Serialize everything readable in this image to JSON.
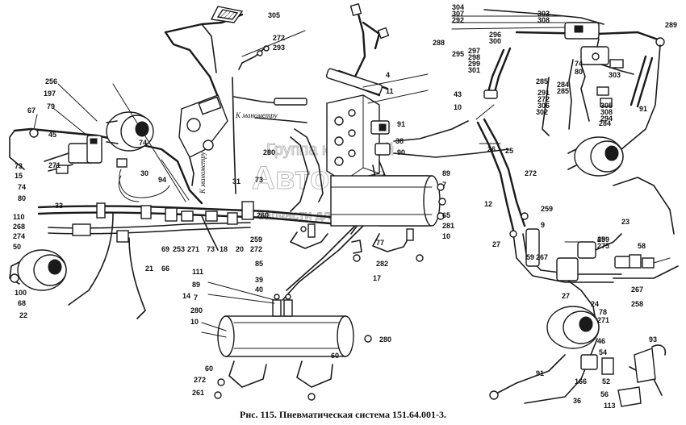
{
  "caption": "Рис. 115. Пневматическая система 151.64.001-3.",
  "notes": {
    "to_manometer_upper": "К манометру",
    "to_manometer_lower": "К манометру"
  },
  "watermark": {
    "line1": "Группа компаний",
    "line2": "Автомаг",
    "line3": "запчасти для спецтехники"
  },
  "labels": [
    "256",
    "197",
    "79",
    "45",
    "67",
    "73",
    "15",
    "74",
    "80",
    "271",
    "33",
    "74",
    "30",
    "110",
    "268",
    "274",
    "50",
    "100",
    "68",
    "22",
    "94",
    "69",
    "253",
    "271",
    "73",
    "18",
    "20",
    "31",
    "73",
    "280",
    "260",
    "259",
    "272",
    "85",
    "39",
    "40",
    "17",
    "305",
    "272",
    "293",
    "4",
    "11",
    "91",
    "38",
    "90",
    "89",
    "7",
    "12",
    "65",
    "281",
    "10",
    "77",
    "282",
    "111",
    "89",
    "7",
    "280",
    "10",
    "14",
    "60",
    "272",
    "261",
    "280",
    "304",
    "307",
    "292",
    "303",
    "308",
    "288",
    "296",
    "300",
    "297",
    "298",
    "299",
    "301",
    "295",
    "285",
    "74",
    "80",
    "289",
    "284",
    "285",
    "291",
    "272",
    "306",
    "302",
    "303",
    "305",
    "308",
    "294",
    "284",
    "91",
    "43",
    "10",
    "26",
    "25",
    "272",
    "259",
    "9",
    "27",
    "259",
    "275",
    "49",
    "59",
    "267",
    "27",
    "24",
    "78",
    "58",
    "267",
    "258",
    "271",
    "46",
    "54",
    "52",
    "56",
    "113",
    "93",
    "91",
    "166",
    "36",
    "60",
    "21",
    "66",
    "23"
  ]
}
